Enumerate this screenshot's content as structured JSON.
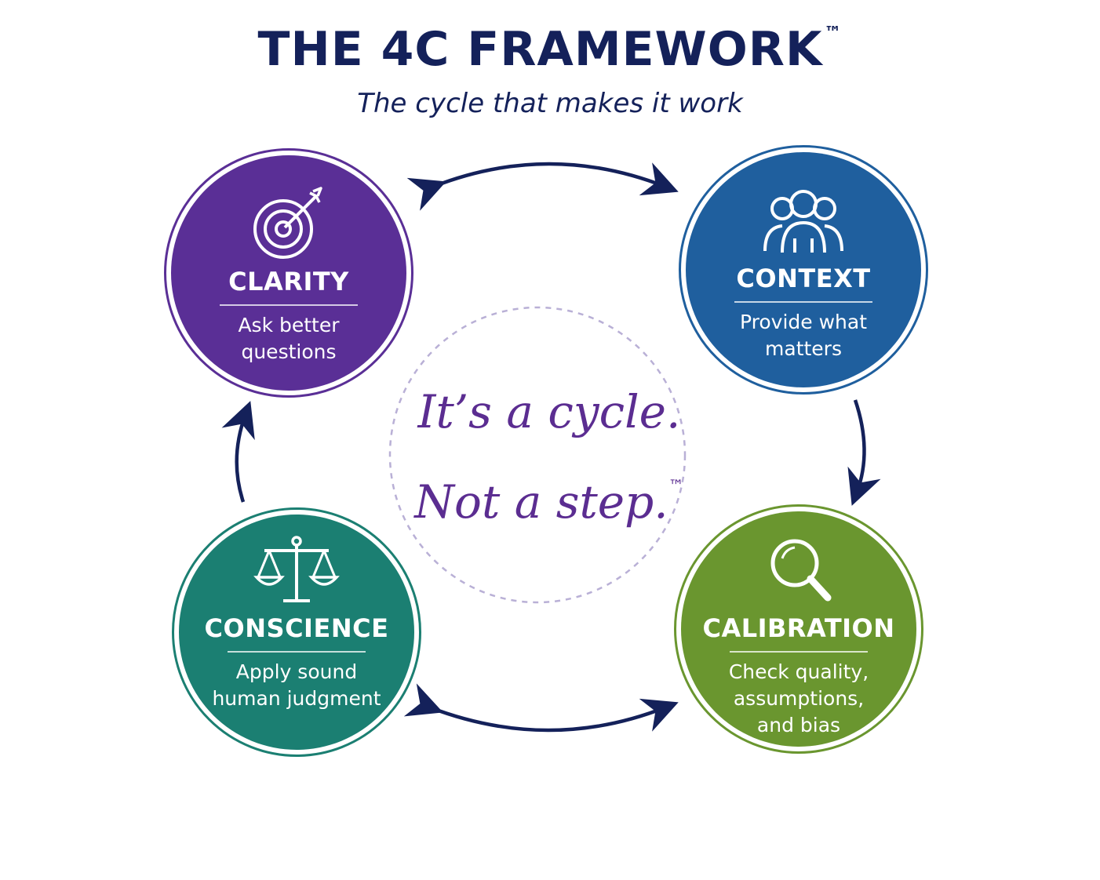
{
  "header": {
    "title": "THE 4C FRAMEWORK",
    "title_mark": "™",
    "subtitle": "The cycle that makes it work"
  },
  "center": {
    "line1": "It’s a cycle.",
    "line2": "Not a step.",
    "line2_mark": "™"
  },
  "nodes": [
    {
      "name": "CLARITY",
      "desc": "Ask better questions",
      "icon": "target-arrow-icon",
      "color": "#5a2f96",
      "ring": "#5a2f96"
    },
    {
      "name": "CONTEXT",
      "desc": "Provide what matters",
      "icon": "people-group-icon",
      "color": "#1f5f9e",
      "ring": "#1f5f9e"
    },
    {
      "name": "CALIBRATION",
      "desc": "Check quality, assumptions, and bias",
      "icon": "magnifying-glass-icon",
      "color": "#6a962f",
      "ring": "#6a962f"
    },
    {
      "name": "CONSCIENCE",
      "desc": "Apply sound human judgment",
      "icon": "scales-icon",
      "color": "#1b7f72",
      "ring": "#1b7f72"
    }
  ],
  "colors": {
    "navy": "#14215a",
    "purple_text": "#5b2d91",
    "dashed_circle": "#b9b0d6"
  }
}
